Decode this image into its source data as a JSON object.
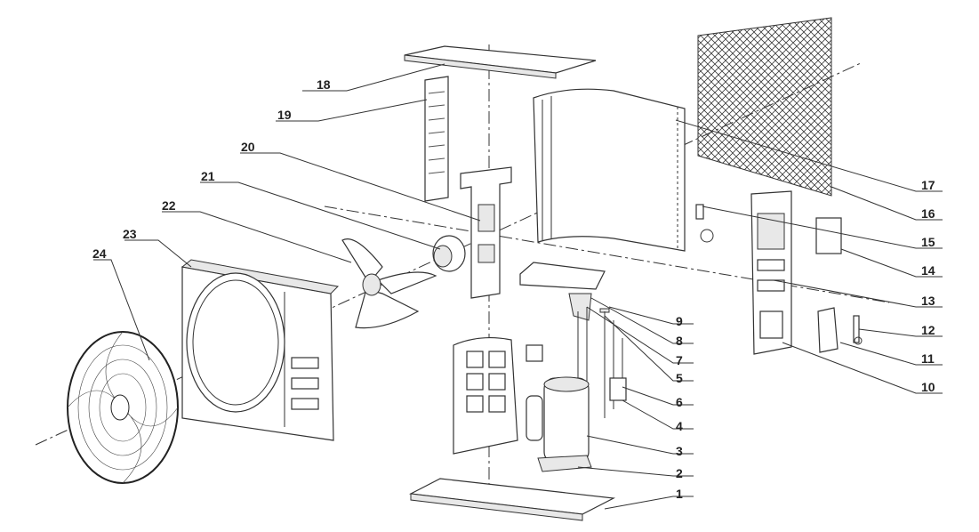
{
  "diagram": {
    "title": "Outdoor unit exploded view",
    "callouts": [
      "1",
      "2",
      "3",
      "4",
      "5",
      "6",
      "7",
      "8",
      "9",
      "10",
      "11",
      "12",
      "13",
      "14",
      "15",
      "16",
      "17",
      "18",
      "19",
      "20",
      "21",
      "22",
      "23",
      "24"
    ]
  }
}
